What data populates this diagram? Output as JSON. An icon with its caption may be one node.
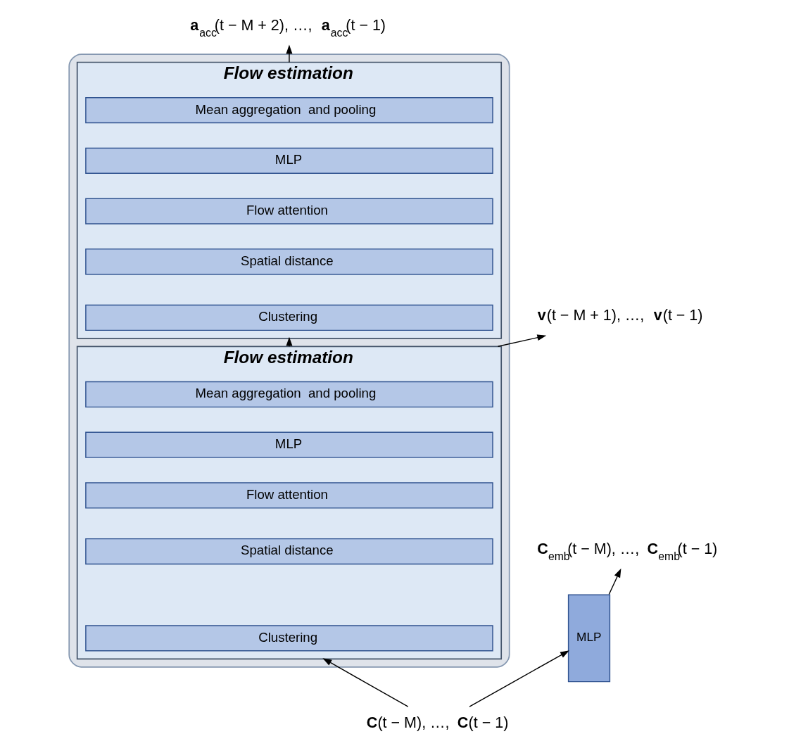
{
  "diagram": {
    "nodes": [
      {
        "text": [],
        "shape": "box"
      },
      {
        "text": [
          "Flow estimation"
        ],
        "in": 0
      },
      {
        "text": [
          "Mean aggregation  and pooling"
        ],
        "in": 1
      },
      {
        "text": [
          "MLP"
        ],
        "in": 1
      },
      {
        "text": [
          "Flow attention"
        ],
        "in": 1
      },
      {
        "text": [
          "Spatial distance"
        ],
        "in": 1
      },
      {
        "text": [
          "Clustering"
        ],
        "in": 1
      },
      {
        "text": [
          "Flow estimation"
        ],
        "in": 0
      },
      {
        "text": [
          "Mean aggregation  and pooling"
        ],
        "in": 7
      },
      {
        "text": [
          "MLP"
        ],
        "in": 7
      },
      {
        "text": [
          "Flow attention"
        ],
        "in": 7
      },
      {
        "text": [
          "Spatial distance"
        ],
        "in": 7
      },
      {
        "text": [
          "Clustering"
        ],
        "in": 7
      },
      {
        "text": [
          "MLP"
        ]
      },
      {
        "text": [
          "**v**(t − M + 1), …, **v**(t − 1)"
        ]
      },
      {
        "text": [
          "**a**$_{acc}$(t − M + 2), …, **a**$_{acc}$(t − 1)"
        ]
      },
      {
        "text": [
          "**C**$_{emb}$(t − M), …, **C**$_{emb}$(t − 1)"
        ]
      },
      {
        "text": [
          "**C**(t − M), …, **C**(t − 1)"
        ]
      }
    ],
    "edges": [
      {
        "from": 17,
        "to": 7,
        "arrow": "to"
      },
      {
        "from": 17,
        "to": 13,
        "arrow": "to"
      },
      {
        "from": 7,
        "to": 1,
        "arrow": "to"
      },
      {
        "from": 7,
        "to": 14,
        "arrow": "to"
      },
      {
        "from": 1,
        "to": 15,
        "arrow": "to"
      },
      {
        "from": 13,
        "to": 16,
        "arrow": "to"
      }
    ]
  }
}
